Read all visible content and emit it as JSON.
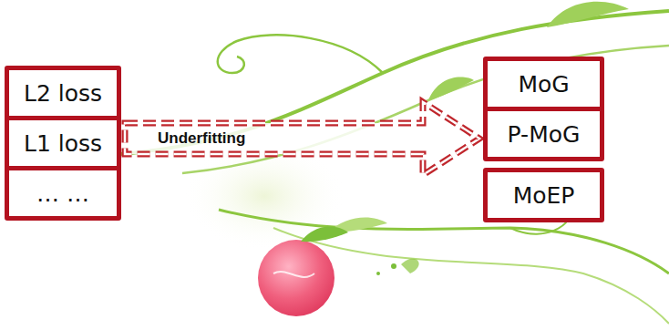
{
  "diagram": {
    "nodes": [
      {
        "text": [
          "L2 loss"
        ]
      },
      {
        "text": [
          "L1 loss"
        ]
      },
      {
        "text": [
          "… …"
        ]
      },
      {
        "text": [
          "MoG"
        ]
      },
      {
        "text": [
          "P-MoG"
        ]
      },
      {
        "text": [
          "MoEP"
        ]
      }
    ],
    "edges": [
      {
        "from": 1,
        "to": 4,
        "arrow": "to",
        "label": "Underfitting"
      }
    ]
  }
}
